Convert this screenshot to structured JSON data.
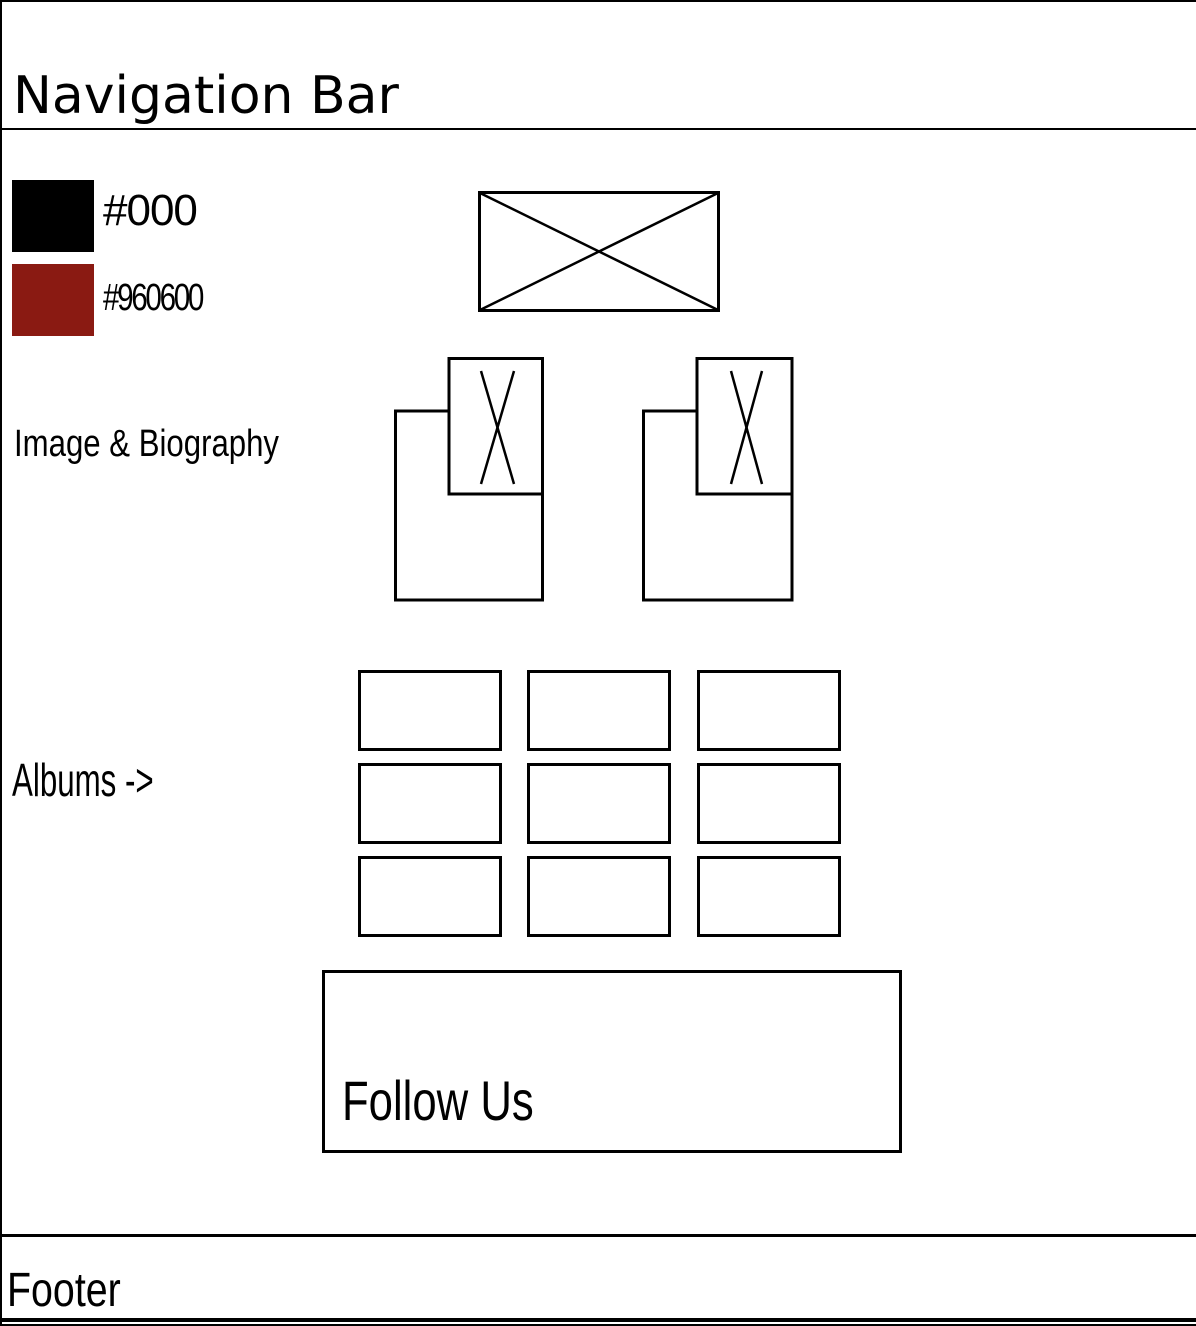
{
  "navbar": {
    "title": "Navigation Bar"
  },
  "palette": [
    {
      "label": "#000",
      "color": "#000000"
    },
    {
      "label": "#960600",
      "color": "#8A1A12"
    }
  ],
  "sections": {
    "bio_label": "Image & Biography",
    "albums_label": "Albums ->",
    "follow_label": "Follow Us"
  },
  "footer": {
    "label": "Footer"
  }
}
